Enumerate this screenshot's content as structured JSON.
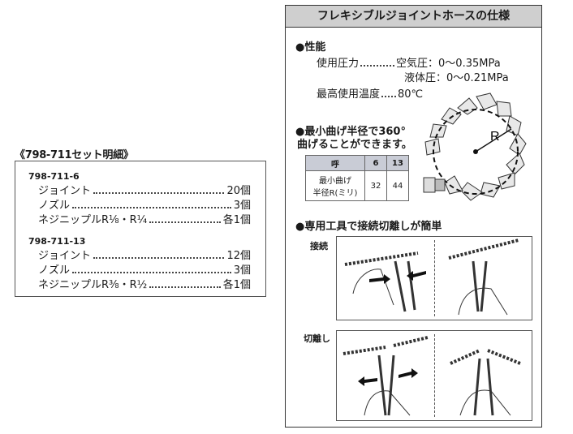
{
  "set_details": {
    "title": "《798-711セット明細》",
    "groups": [
      {
        "code": "798-711-6",
        "items": [
          {
            "name": "ジョイント",
            "qty": "20個"
          },
          {
            "name": "ノズル",
            "qty": "3個"
          },
          {
            "name": "ネジニップルR⅛・R¼",
            "qty": "各1個"
          }
        ]
      },
      {
        "code": "798-711-13",
        "items": [
          {
            "name": "ジョイント",
            "qty": "12個"
          },
          {
            "name": "ノズル",
            "qty": "3個"
          },
          {
            "name": "ネジニップルR⅜・R½",
            "qty": "各1個"
          }
        ]
      }
    ]
  },
  "spec": {
    "title": "フレキシブルジョイントホースの仕様",
    "performance": {
      "heading": "●性能",
      "pressure_label": "使用圧力",
      "air_label": "空気圧：",
      "air_value": "0〜0.35MPa",
      "liquid_label": "液体圧：",
      "liquid_value": "0〜0.21MPa",
      "temp_label": "最高使用温度",
      "temp_value": "80℃"
    },
    "bend": {
      "heading_line1": "●最小曲げ半径で360°",
      "heading_line2": "曲げることができます。",
      "radius_label": "R",
      "table": {
        "header": [
          "呼",
          "6",
          "13"
        ],
        "row_label_line1": "最小曲げ",
        "row_label_line2": "半径R(ミリ)",
        "values": [
          "32",
          "44"
        ]
      }
    },
    "tool": {
      "heading": "●専用工具で接続切離しが簡単",
      "connect_label": "接続",
      "disconnect_label": "切離し"
    }
  }
}
